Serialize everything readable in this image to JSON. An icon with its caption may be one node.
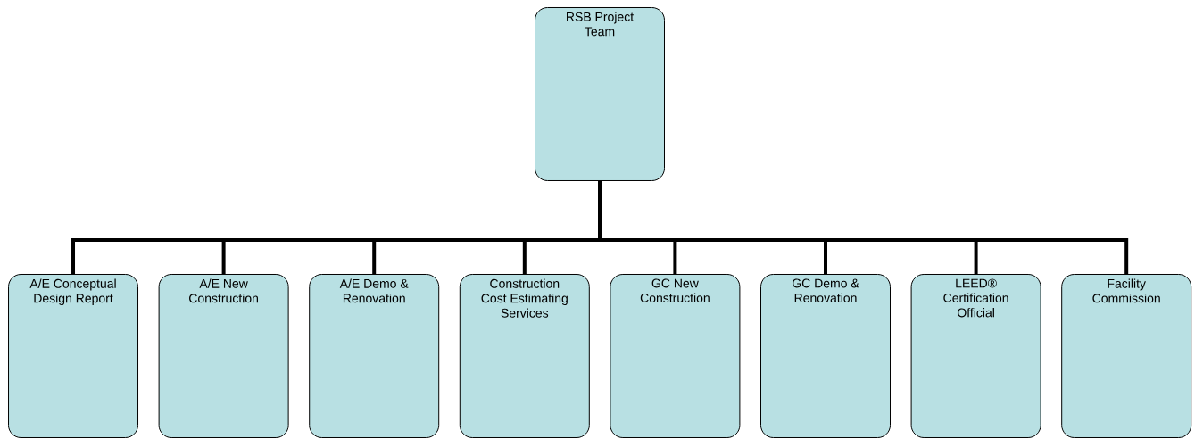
{
  "diagram": {
    "nodes": [
      {
        "text": [
          "RSB Project Team"
        ]
      },
      {
        "text": [
          "A/E Conceptual Design Report"
        ]
      },
      {
        "text": [
          "A/E New Construction"
        ]
      },
      {
        "text": [
          "A/E Demo & Renovation"
        ]
      },
      {
        "text": [
          "Construction Cost Estimating Services"
        ]
      },
      {
        "text": [
          "GC New Construction"
        ]
      },
      {
        "text": [
          "GC Demo & Renovation"
        ]
      },
      {
        "text": [
          "LEED® Certification Official"
        ]
      },
      {
        "text": [
          "Facility Commission"
        ]
      }
    ],
    "edges": [
      {
        "from": 0,
        "to": 1,
        "arrow": "none"
      },
      {
        "from": 0,
        "to": 2,
        "arrow": "none"
      },
      {
        "from": 0,
        "to": 3,
        "arrow": "none"
      },
      {
        "from": 0,
        "to": 4,
        "arrow": "none"
      },
      {
        "from": 0,
        "to": 5,
        "arrow": "none"
      },
      {
        "from": 0,
        "to": 6,
        "arrow": "none"
      },
      {
        "from": 0,
        "to": 7,
        "arrow": "none"
      },
      {
        "from": 0,
        "to": 8,
        "arrow": "none"
      }
    ]
  }
}
